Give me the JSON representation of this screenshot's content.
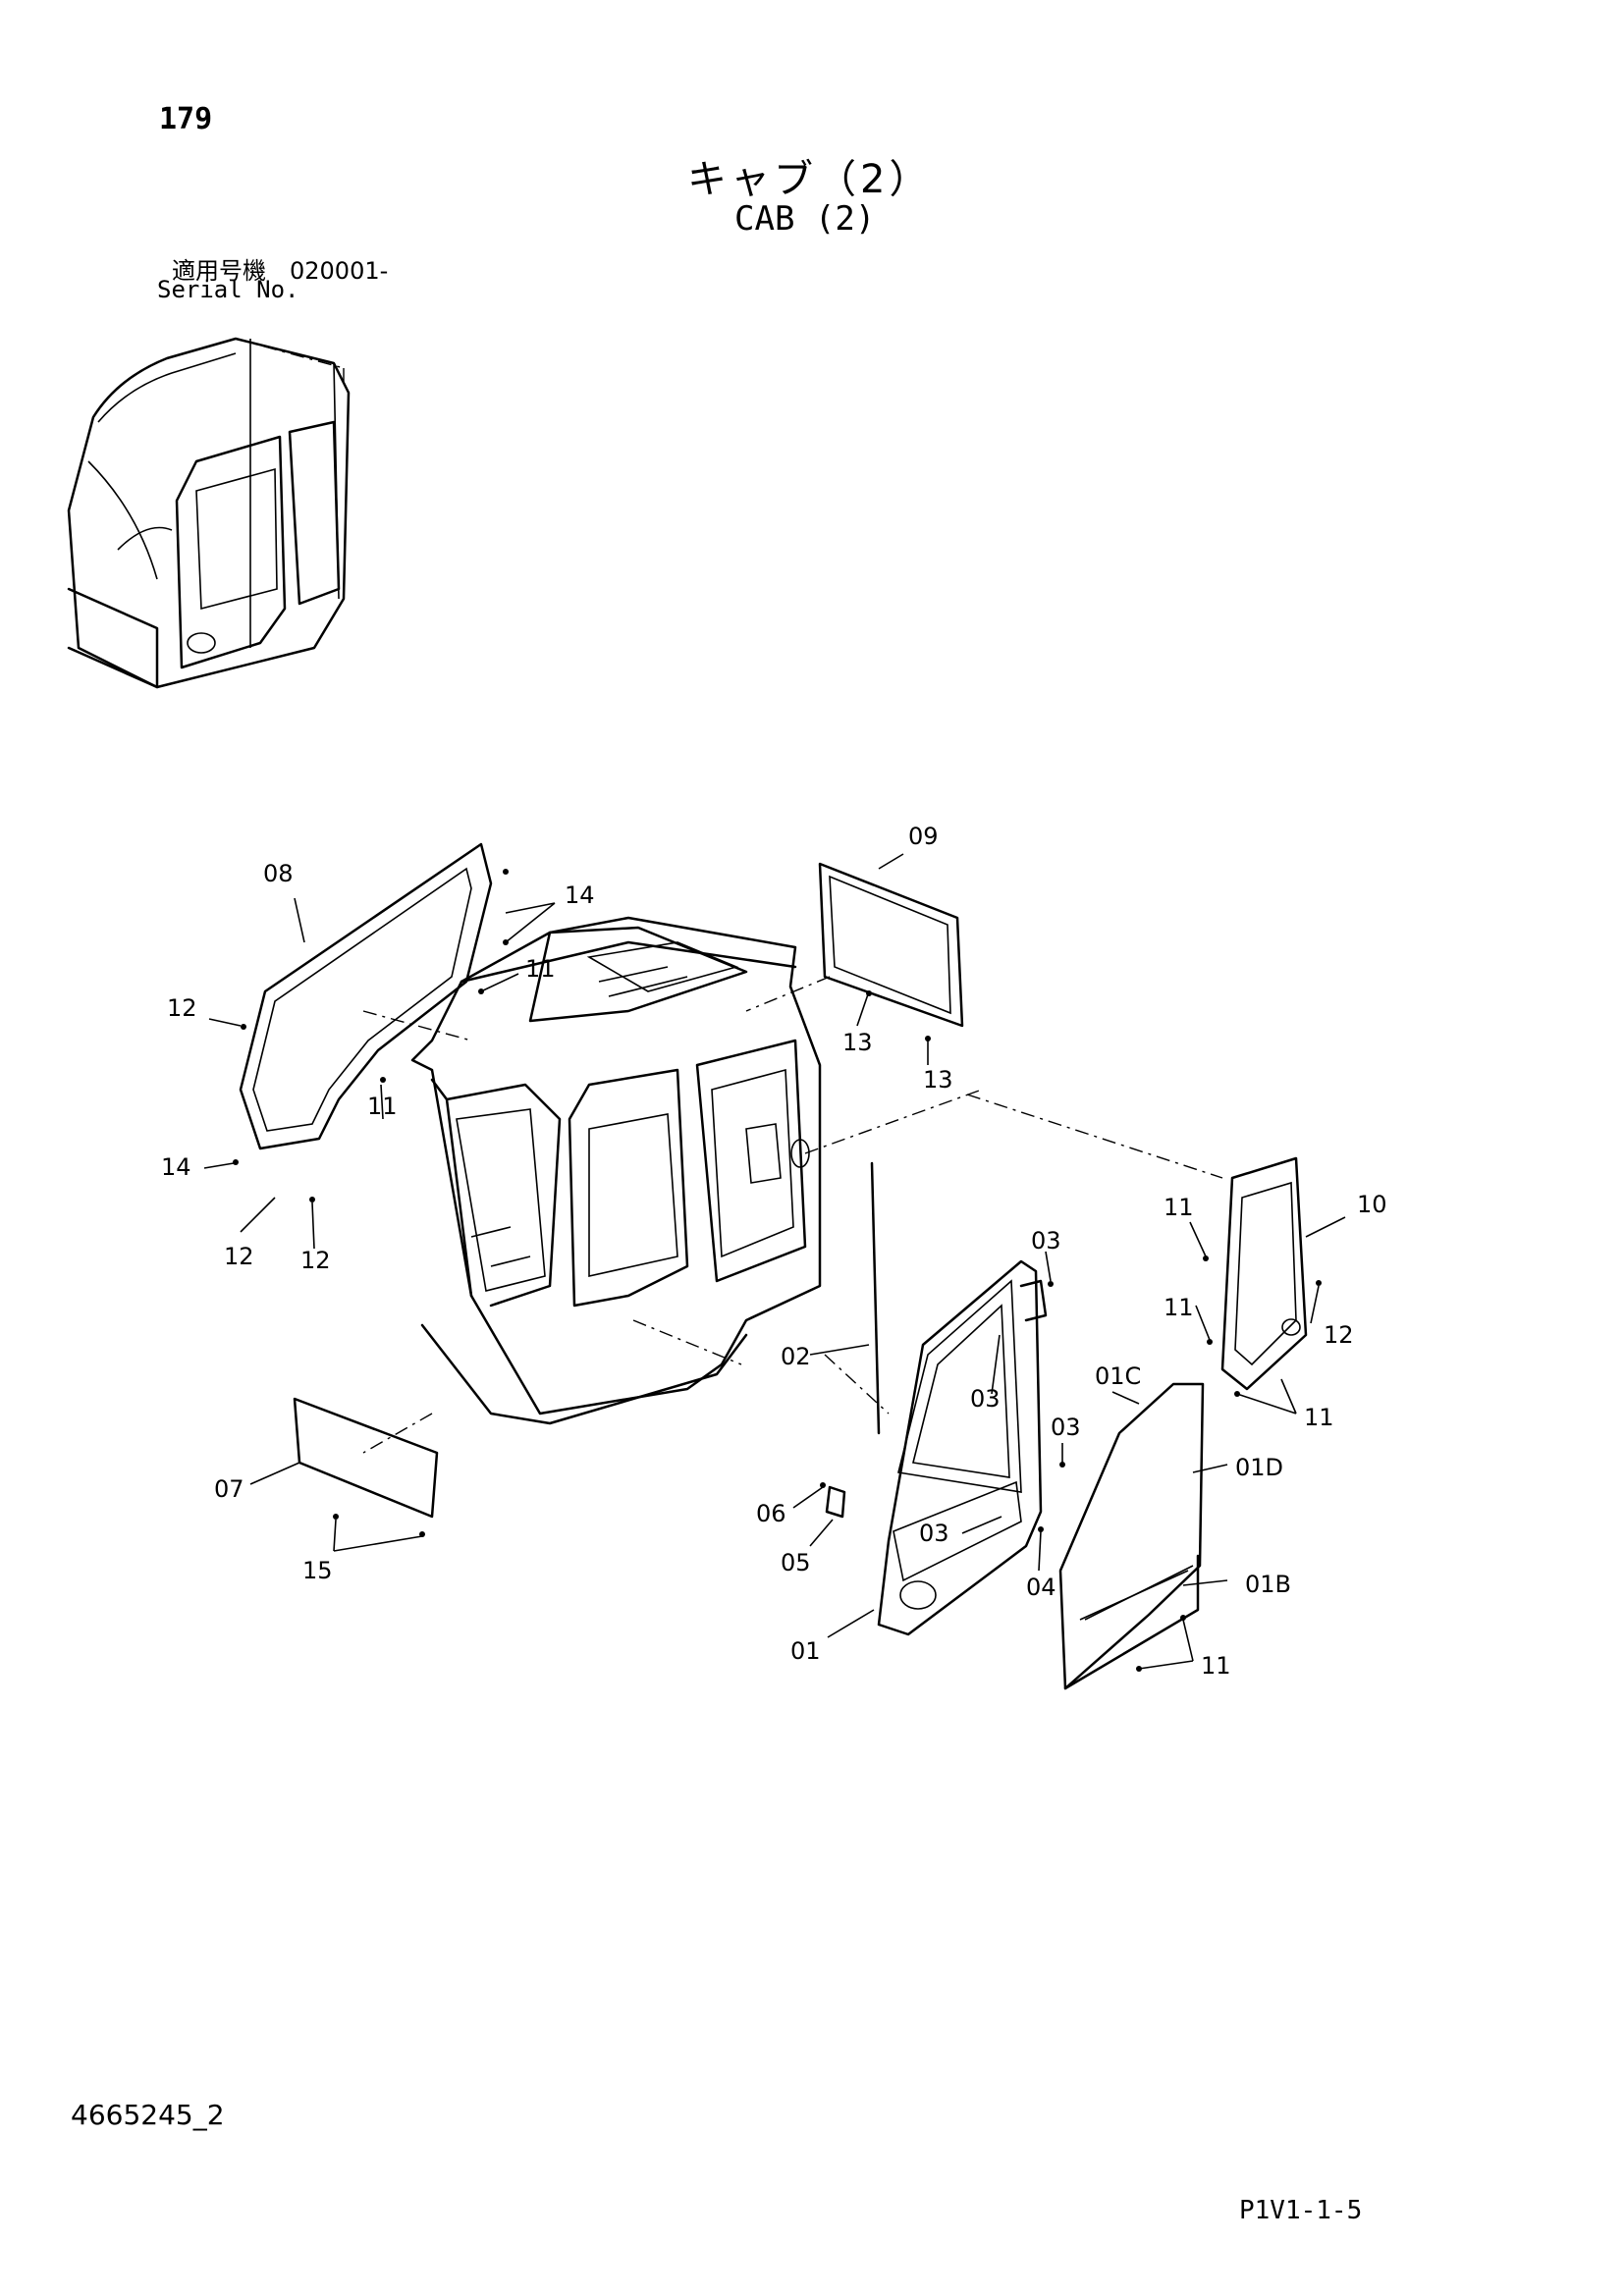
{
  "header": {
    "page_number": "179",
    "title_jp": "キャブ（2）",
    "title_en": "CAB (2)",
    "serial_label_jp": "適用号機　020001-",
    "serial_label_en": "Serial No."
  },
  "footer": {
    "doc_number": "4665245_2",
    "page_code": "P1V1-1-5"
  },
  "callouts": [
    "08",
    "14",
    "11",
    "12",
    "11",
    "14",
    "12",
    "12",
    "09",
    "13",
    "13",
    "11",
    "10",
    "11",
    "12",
    "11",
    "03",
    "02",
    "03",
    "03",
    "01C",
    "01D",
    "07",
    "15",
    "06",
    "05",
    "03",
    "04",
    "01B",
    "01",
    "11"
  ]
}
